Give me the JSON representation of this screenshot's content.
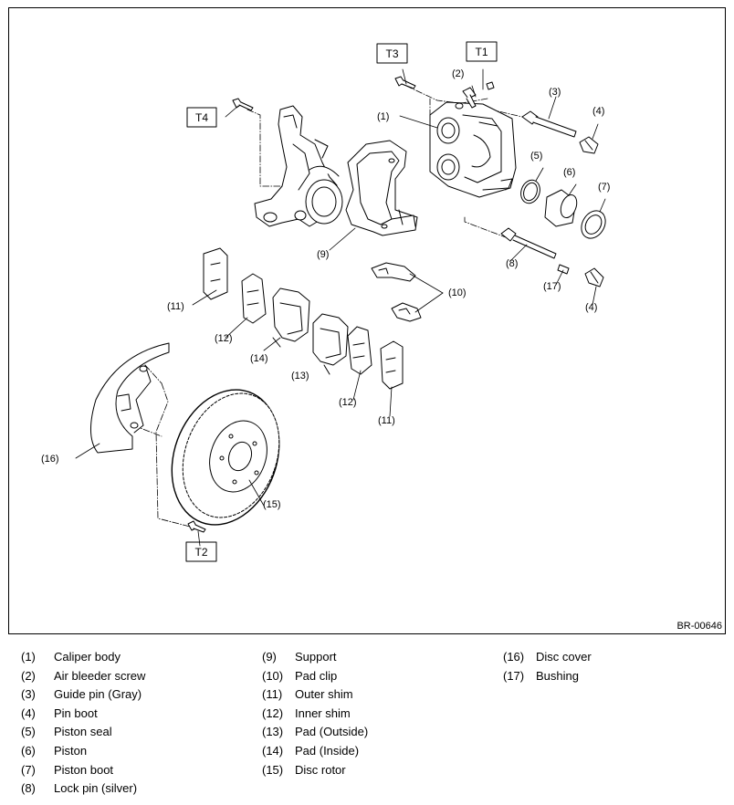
{
  "diagram": {
    "reference_code": "BR-00646",
    "callouts": {
      "c1": "(1)",
      "c2": "(2)",
      "c3": "(3)",
      "c4a": "(4)",
      "c4b": "(4)",
      "c5": "(5)",
      "c6": "(6)",
      "c7": "(7)",
      "c8": "(8)",
      "c9": "(9)",
      "c10": "(10)",
      "c11a": "(11)",
      "c11b": "(11)",
      "c12a": "(12)",
      "c12b": "(12)",
      "c13": "(13)",
      "c14": "(14)",
      "c15": "(15)",
      "c16": "(16)",
      "c17": "(17)"
    },
    "torque_labels": {
      "t1": "T1",
      "t2": "T2",
      "t3": "T3",
      "t4": "T4"
    }
  },
  "legend": {
    "col1": [
      {
        "num": "(1)",
        "name": "Caliper body"
      },
      {
        "num": "(2)",
        "name": "Air bleeder screw"
      },
      {
        "num": "(3)",
        "name": "Guide pin (Gray)"
      },
      {
        "num": "(4)",
        "name": "Pin boot"
      },
      {
        "num": "(5)",
        "name": "Piston seal"
      },
      {
        "num": "(6)",
        "name": "Piston"
      },
      {
        "num": "(7)",
        "name": "Piston boot"
      },
      {
        "num": "(8)",
        "name": "Lock pin (silver)"
      }
    ],
    "col2": [
      {
        "num": "(9)",
        "name": "Support"
      },
      {
        "num": "(10)",
        "name": "Pad clip"
      },
      {
        "num": "(11)",
        "name": "Outer shim"
      },
      {
        "num": "(12)",
        "name": "Inner shim"
      },
      {
        "num": "(13)",
        "name": "Pad (Outside)"
      },
      {
        "num": "(14)",
        "name": "Pad (Inside)"
      },
      {
        "num": "(15)",
        "name": "Disc rotor"
      }
    ],
    "col3": [
      {
        "num": "(16)",
        "name": "Disc cover"
      },
      {
        "num": "(17)",
        "name": "Bushing"
      }
    ]
  }
}
